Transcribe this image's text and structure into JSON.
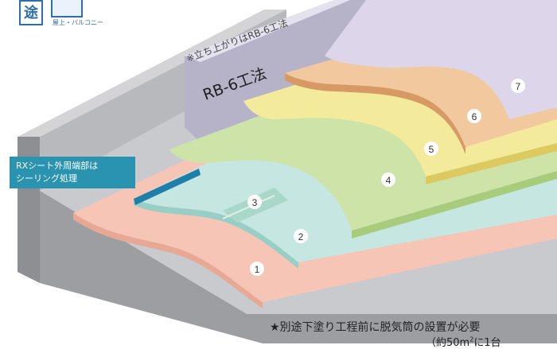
{
  "header": {
    "badge_char": "途",
    "icon_label": "屋上・バルコニー"
  },
  "wall": {
    "note": "※立ち上がりはRB-6工法",
    "method": "RB-6工法"
  },
  "callout": {
    "line1": "RXシート外周端部は",
    "line2": "シーリング処理"
  },
  "layers": [
    {
      "num": "1",
      "color": "#f6c5b6"
    },
    {
      "num": "2",
      "color": "#c6e6e2"
    },
    {
      "num": "3",
      "color": "#a9d8c8"
    },
    {
      "num": "4",
      "color": "#cde3a8"
    },
    {
      "num": "5",
      "color": "#f3ea9c"
    },
    {
      "num": "6",
      "color": "#f2c99e"
    },
    {
      "num": "7",
      "color": "#ddd6ea"
    }
  ],
  "footnote": {
    "line1": "★別途下塗り工程前に脱気筒の設置が必要",
    "line2_prefix": "（約50m",
    "line2_sup": "2",
    "line2_suffix": "に1台"
  }
}
